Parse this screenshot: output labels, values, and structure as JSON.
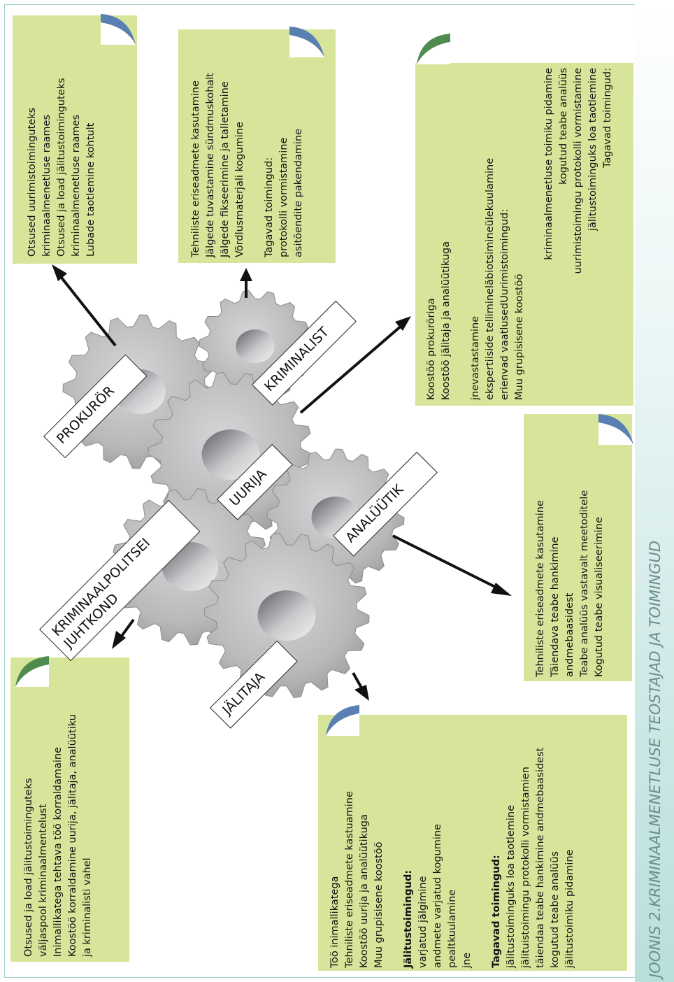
{
  "caption": "JOONIS 2.KRIMINAALMENETLUSE TEOSTAJAD JA TOIMINGUD",
  "roles": {
    "prokuror": "PROKURÖR",
    "kriminalist": "KRIMINALIST",
    "uurija": "UURIJA",
    "juhtkond_line1": "KRIMINAALPOLITSEI",
    "juhtkond_line2": "JUHTKOND",
    "analuutik": "ANALÜÜTIK",
    "jalitaja": "JÄLITAJA"
  },
  "notes": {
    "prokuror": [
      "Otsused uurimistoiminguteks",
      "kriminaalmenetluse raames",
      "Otsused ja load jälitustoiminguteks",
      "kriminaalmenetluse raames",
      "Lubade taotlemine kohtult"
    ],
    "kriminalist": [
      "Tehniliste eriseadmete kasutamine",
      "Jälgede tuvastamine sündmuskohalt",
      "Jälgede fikseerimine ja talletamine",
      "Võrdlusmaterjali kogumine",
      "",
      "Tagavad toimingud:",
      "protokolli vormistamine",
      "asitõendite pakendamine"
    ],
    "uurija": [
      "Koostöö prokuröriga",
      "Koostöö jälitaja ja analüütikuga",
      "",
      "jnevastastamine",
      "ekspertiiside tellimineläbiotsimineülekuulamine",
      "erienvad vaatlusedUurimistoimingud:",
      "Muu grupisisene koostöö"
    ],
    "uurija_right": [
      "kriminaalmenetluse toimiku pidamine",
      "kogutud teabe analüüs",
      "uurimistoimingu protokolli vormistamine",
      "jälitustoiminguks loa taotlemine",
      "Tagavad toimingud:"
    ],
    "analuutik": [
      "Tehniliste eriseadmete kasutamine",
      "Täiendava teabe hankimine",
      "andmebaasidest",
      "Teabe analüüs vastavalt meetoditele",
      "Kogutud teabe visualiseerimine"
    ],
    "juhtkond": [
      "Otsused ja load jälitustoiminguteks",
      "väljaspool kriminaalmentelust",
      "Inimallikatega tehtava töö korraldamaine",
      "Koostöö korraldamine uurija, jälitaja, analüütiku",
      "ja kriminalisti vahel"
    ],
    "jalitaja_intro": [
      "Töö inimallikatega",
      "Tehniliste eriseadmete kastuamine",
      "Koostöö uurija ja analüütikuga",
      "Muu grupisisene koostöö"
    ],
    "jalitaja_jal_heading": "Jälitustoimingud:",
    "jalitaja_jal_items": [
      "varjatud jälgimine",
      "andmete varjatud kogumine",
      "pealtkuulamine",
      "jne"
    ],
    "jalitaja_tag_heading": "Tagavad toimingud:",
    "jalitaja_tag_items": [
      "jälitustoiminguks  loa taotlemine",
      "jälituistoimingu protokolli vormistamien",
      "täiendaa teabe hankimine andmebaasidest",
      "kogutud teabe analüüs",
      "jälitustoimiku pidamine"
    ]
  },
  "colors": {
    "note": "#d7e59a",
    "gear": "#b9b9bb",
    "caption": "#6b8d93",
    "arrow": "#111111"
  }
}
